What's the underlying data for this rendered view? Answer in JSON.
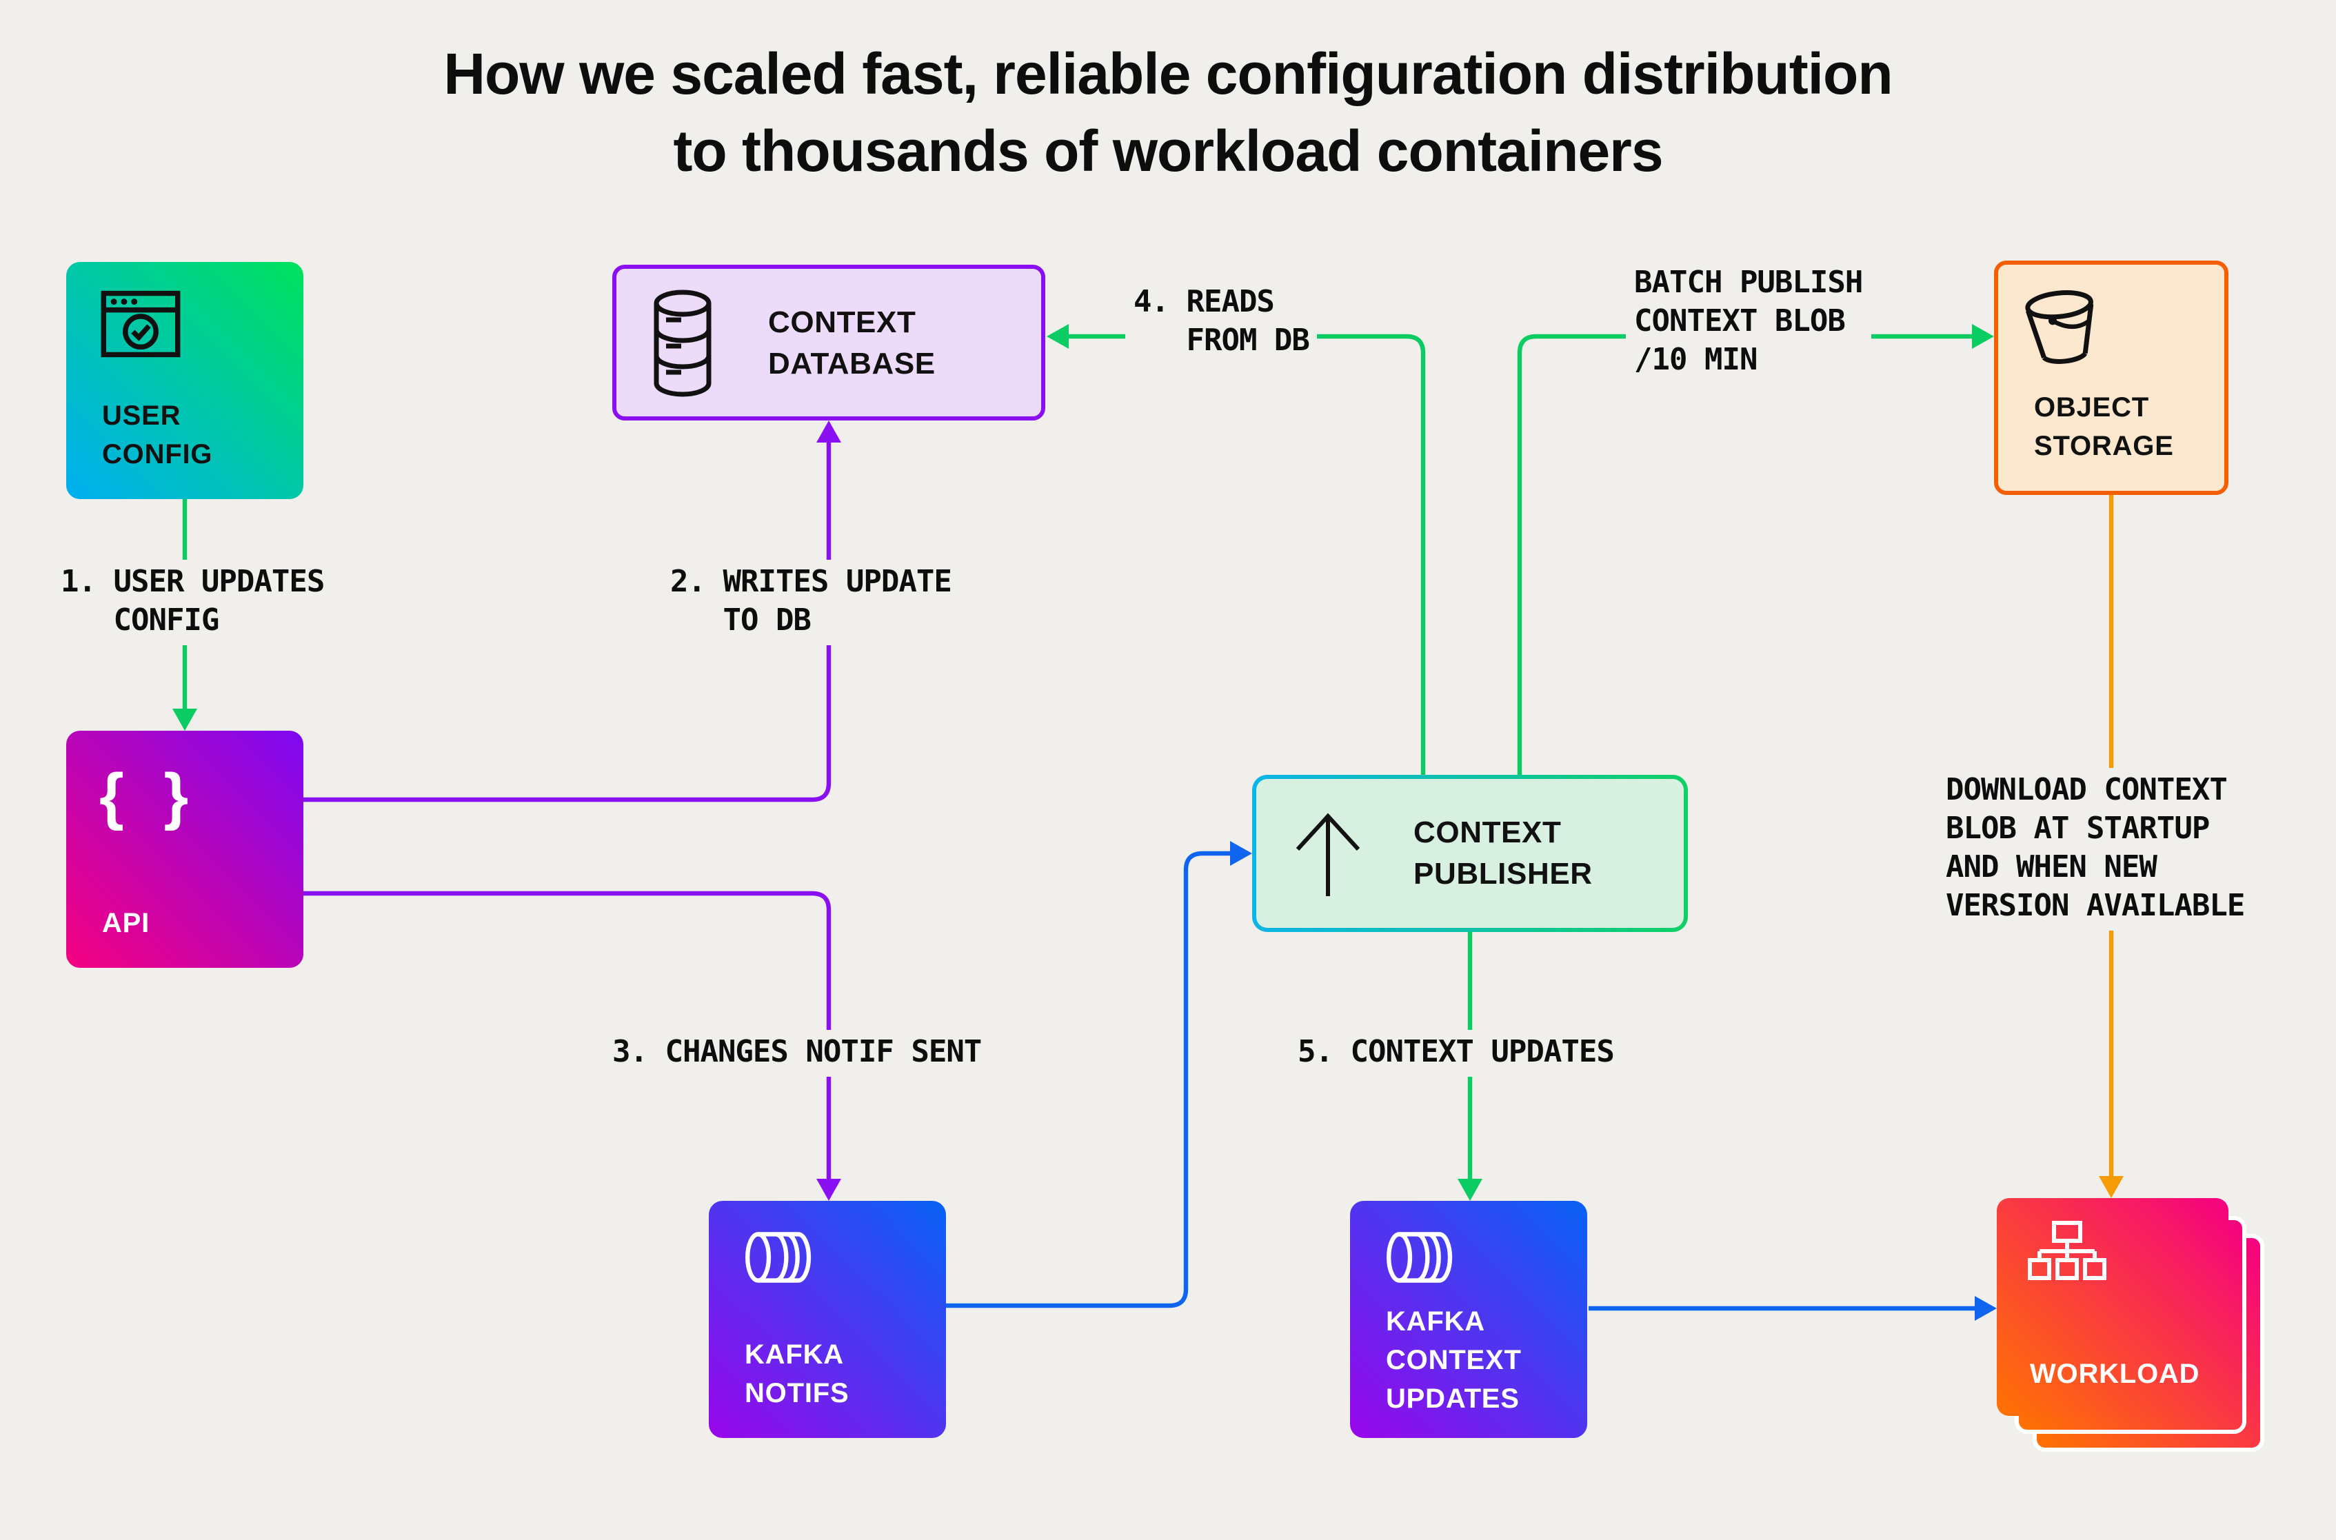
{
  "title": {
    "line1": "How we scaled fast, reliable configuration distribution",
    "line2": "to thousands of workload containers"
  },
  "nodes": {
    "user_config": {
      "label": "USER\nCONFIG",
      "icon": "browser-check-icon"
    },
    "api": {
      "label": "API",
      "icon_glyph": "{ }"
    },
    "context_database": {
      "label": "CONTEXT\nDATABASE",
      "icon": "database-icon"
    },
    "object_storage": {
      "label": "OBJECT\nSTORAGE",
      "icon": "bucket-icon"
    },
    "context_publisher": {
      "label": "CONTEXT\nPUBLISHER",
      "icon": "arrow-up-icon"
    },
    "kafka_notifs": {
      "label": "KAFKA\nNOTIFS",
      "icon": "kafka-topic-icon"
    },
    "kafka_context_updates": {
      "label": "KAFKA\nCONTEXT\nUPDATES",
      "icon": "kafka-topic-icon"
    },
    "workload": {
      "label": "WORKLOAD",
      "icon": "sitemap-icon"
    }
  },
  "annotations": {
    "step1": "1. USER UPDATES\n   CONFIG",
    "step2": "2. WRITES UPDATE\n   TO DB",
    "step3": "3. CHANGES NOTIF SENT",
    "step4": "4. READS\n   FROM DB",
    "step5": "5. CONTEXT UPDATES",
    "batch_publish": "BATCH PUBLISH\nCONTEXT BLOB\n/10 MIN",
    "download": "DOWNLOAD CONTEXT\nBLOB AT STARTUP\nAND WHEN NEW\nVERSION AVAILABLE"
  },
  "colors": {
    "background": "#f0efec",
    "line_green": "#0bcb63",
    "line_purple": "#8a0ff2",
    "line_blue": "#0f64f0",
    "line_orange": "#f59b06",
    "db_fill": "#ecdcfa",
    "db_border": "#8a0ff2",
    "storage_fill": "#fbe8cf",
    "storage_border": "#f55f02",
    "publisher_fill": "#d7f0e0",
    "publisher_border_left": "#0cb4e8",
    "publisher_border_right": "#0ed065",
    "user_grad_start": "#00aef2",
    "user_grad_end": "#00e25c",
    "api_grad_start": "#f5017f",
    "api_grad_end": "#7d08f2",
    "kafka_grad_start": "#9a06eb",
    "kafka_grad_end": "#0762f5",
    "workload_grad_start": "#ff7301",
    "workload_grad_end": "#f50081",
    "text_dark": "#111111",
    "text_light": "#ffffff"
  }
}
